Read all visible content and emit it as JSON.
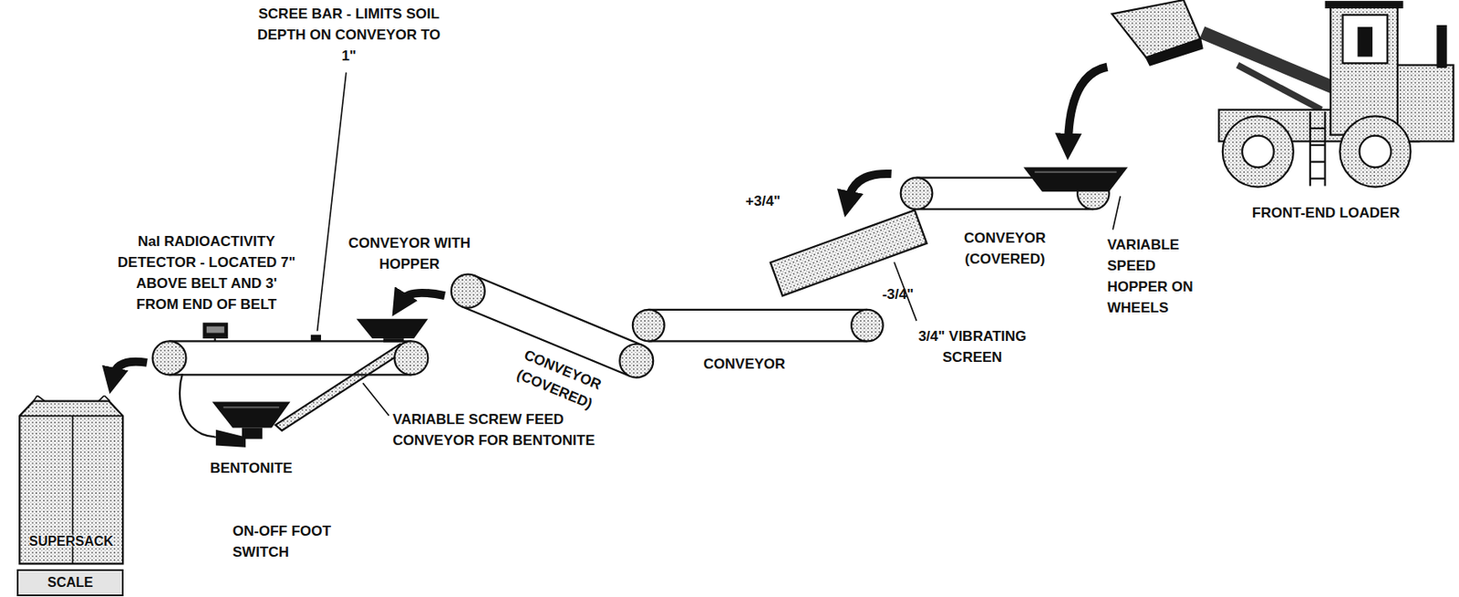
{
  "diagram": {
    "nodes": [
      {
        "text": [
          "SUPERSACK"
        ]
      },
      {
        "text": [
          "SCALE"
        ]
      }
    ],
    "labels": [
      "SCREE BAR - LIMITS SOIL DEPTH ON CONVEYOR TO 1\"",
      "NaI RADIOACTIVITY DETECTOR - LOCATED 7\" ABOVE BELT AND 3' FROM END OF BELT",
      "CONVEYOR WITH HOPPER",
      "CONVEYOR (COVERED)",
      "CONVEYOR",
      "+3/4\"",
      "-3/4\"",
      "3/4\" VIBRATING SCREEN",
      "CONVEYOR (COVERED)",
      "VARIABLE SPEED HOPPER ON WHEELS",
      "FRONT-END LOADER",
      "BENTONITE",
      "VARIABLE SCREW FEED CONVEYOR FOR BENTONITE",
      "ON-OFF FOOT SWITCH"
    ]
  }
}
